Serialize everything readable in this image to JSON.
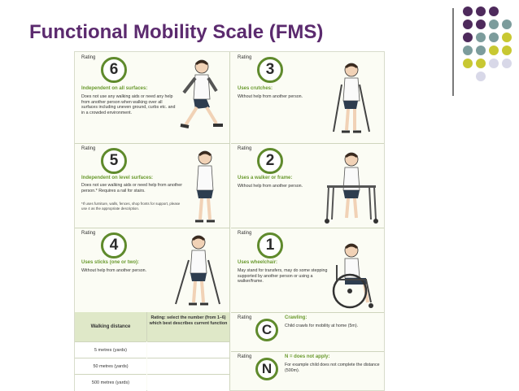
{
  "slide": {
    "title": "Functional Mobility Scale (FMS)",
    "dot_colors": [
      "#4e2a5c",
      "#7c9c9c",
      "#c8c832",
      "#d8d8e8"
    ]
  },
  "rating_label": "Rating",
  "panels": [
    {
      "id": "6",
      "number": "6",
      "heading": "Independent on all surfaces:",
      "desc": "Does not use any walking aids or need any help from another person when walking over all surfaces including uneven ground, curbs etc. and in a crowded environment."
    },
    {
      "id": "3",
      "number": "3",
      "heading": "Uses crutches:",
      "desc": "Without help from another person."
    },
    {
      "id": "5",
      "number": "5",
      "heading": "Independent on level surfaces:",
      "desc": "Does not use walking aids or need help from another person.* Requires a rail for stairs.",
      "note": "*If uses furniture, walls, fences, shop fronts for support, please use 4 as the appropriate description."
    },
    {
      "id": "2",
      "number": "2",
      "heading": "Uses a walker or frame:",
      "desc": "Without help from another person."
    },
    {
      "id": "4",
      "number": "4",
      "heading": "Uses sticks (one or two):",
      "desc": "Without help from another person."
    },
    {
      "id": "1",
      "number": "1",
      "heading": "Uses wheelchair:",
      "desc": "May stand for transfers, may do some stepping supported by another person or using a walker/frame."
    },
    {
      "id": "C",
      "number": "C",
      "heading": "Crawling:",
      "desc": "Child crawls for mobility at home (5m)."
    },
    {
      "id": "N",
      "number": "N",
      "heading": "N = does not apply:",
      "desc": "For example child does not complete the distance (500m)."
    }
  ],
  "table": {
    "col1_header": "Walking distance",
    "col2_header": "Rating: select the number (from 1–6) which best describes current function",
    "rows": [
      "5 metres (yards)",
      "50 metres (yards)",
      "500 metres (yards)"
    ]
  }
}
